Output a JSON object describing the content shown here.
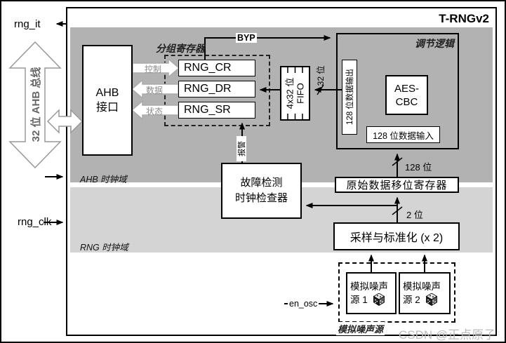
{
  "title": "T-RNGv2",
  "watermark": "CSDN @正点原子",
  "signals": {
    "rng_it": "rng_it",
    "rng_clk": "rng_clk",
    "en_osc": "en_osc"
  },
  "ahb_bus_label": "32 位 AHB 总线",
  "ahb_interface": {
    "line1": "AHB",
    "line2": "接口"
  },
  "domains": {
    "ahb": "AHB 时钟域",
    "rng": "RNG 时钟域"
  },
  "register_group": {
    "label": "分组寄存器",
    "registers": [
      "RNG_CR",
      "RNG_DR",
      "RNG_SR"
    ],
    "arrow_labels": {
      "control": "控制",
      "data": "数据",
      "status": "状态"
    }
  },
  "byp_label": "BYP",
  "fifo": {
    "line1": "4x32 位",
    "line2": "FIFO"
  },
  "bus_widths": {
    "fifo_in": "32 位",
    "cond_in": "128 位",
    "sample_out": "2 位"
  },
  "conditioning": {
    "label": "调节逻辑",
    "data_out": "128 位数据输出",
    "aes_line1": "AES-",
    "aes_line2": "CBC",
    "data_in": "128 位数据输入"
  },
  "alarm_label": "报警",
  "fault_checker": {
    "line1": "故障检测",
    "line2": "时钟检查器"
  },
  "shift_register": "原始数据移位寄存器",
  "sampling": "采样与标准化 (x 2)",
  "noise": {
    "group_label": "模拟噪声源",
    "source1_line1": "模拟噪声",
    "source1_line2": "源 1",
    "source2_line1": "模拟噪声",
    "source2_line2": "源 2"
  },
  "colors": {
    "domain_dark": "#b2b2b2",
    "domain_light": "#d4d4d4"
  }
}
